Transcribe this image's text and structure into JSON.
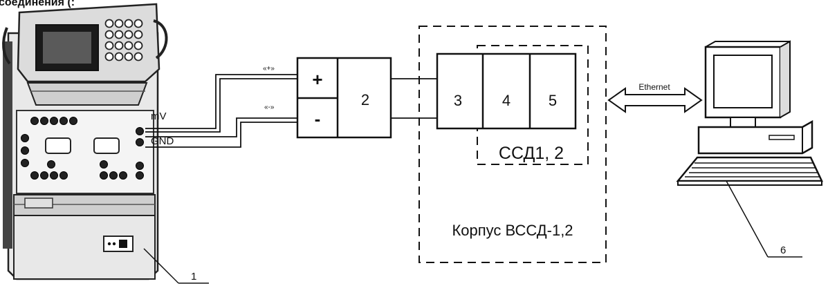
{
  "header_fragment": "соединения (:",
  "meter": {
    "terminal_mv": "mV",
    "terminal_gnd": "GND",
    "callout": "1"
  },
  "wires": {
    "plus_label": "«+»",
    "minus_label": "«-»"
  },
  "block2": {
    "plus": "+",
    "minus": "-",
    "number": "2"
  },
  "enclosure": {
    "label": "Корпус ВССД-1,2",
    "modules": [
      "3",
      "4",
      "5"
    ],
    "group_label": "ССД1, 2"
  },
  "link": {
    "label": "Ethernet"
  },
  "computer": {
    "callout": "6"
  }
}
